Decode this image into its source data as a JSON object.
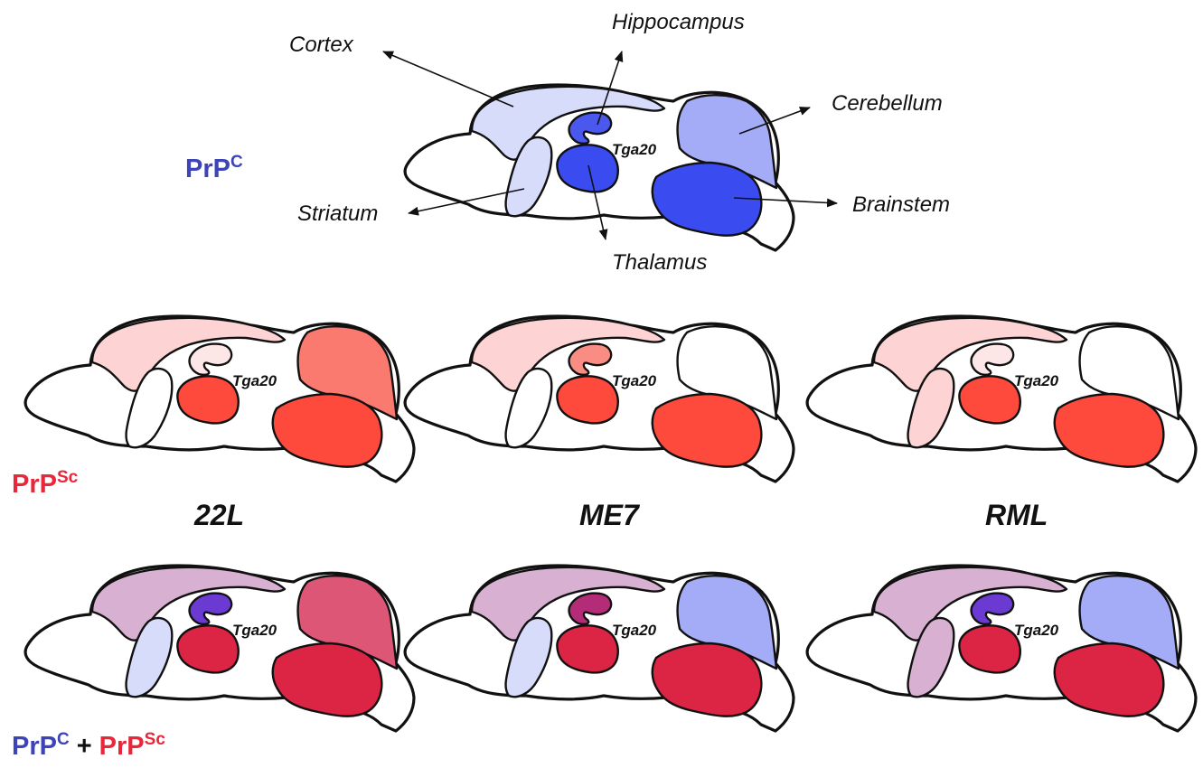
{
  "labels": {
    "cortex": "Cortex",
    "hippocampus": "Hippocampus",
    "cerebellum": "Cerebellum",
    "striatum": "Striatum",
    "thalamus": "Thalamus",
    "brainstem": "Brainstem",
    "tga20": "Tga20"
  },
  "strains": [
    "22L",
    "ME7",
    "RML"
  ],
  "legend": {
    "prpc_base": "PrP",
    "prpc_sup": "C",
    "prpsc_base": "PrP",
    "prpsc_sup": "Sc",
    "plus": "+"
  },
  "colors": {
    "blue_label": "#3d44b8",
    "red_label": "#e8273a",
    "outline": "#111111"
  },
  "panels": [
    {
      "id": "prpc",
      "colors": {
        "cortex": "#d8dcfb",
        "striatum": "#d8dcfb",
        "hippocampus": "#4a58ee",
        "thalamus": "#3a4cf0",
        "cerebellum": "#a5acf7",
        "brainstem": "#3a4cf0"
      }
    },
    {
      "id": "prpsc-22L",
      "colors": {
        "cortex": "#fed3d3",
        "striatum": "#ffffff",
        "hippocampus": "#fde6e6",
        "thalamus": "#fd4a3d",
        "cerebellum": "#fb7a6f",
        "brainstem": "#fd4a3d"
      }
    },
    {
      "id": "prpsc-ME7",
      "colors": {
        "cortex": "#fed3d3",
        "striatum": "#ffffff",
        "hippocampus": "#f98c83",
        "thalamus": "#fd4a3d",
        "cerebellum": "#ffffff",
        "brainstem": "#fd4a3d"
      }
    },
    {
      "id": "prpsc-RML",
      "colors": {
        "cortex": "#fed3d3",
        "striatum": "#fed3d3",
        "hippocampus": "#fde6e6",
        "thalamus": "#fd4a3d",
        "cerebellum": "#ffffff",
        "brainstem": "#fd4a3d"
      }
    },
    {
      "id": "both-22L",
      "colors": {
        "cortex": "#d8b1d2",
        "striatum": "#d8dcfb",
        "hippocampus": "#6a3ad2",
        "thalamus": "#dc2444",
        "cerebellum": "#de5676",
        "brainstem": "#dc2444"
      }
    },
    {
      "id": "both-ME7",
      "colors": {
        "cortex": "#d8b1d2",
        "striatum": "#d8dcfb",
        "hippocampus": "#b42c78",
        "thalamus": "#dc2444",
        "cerebellum": "#a5acf7",
        "brainstem": "#dc2444"
      }
    },
    {
      "id": "both-RML",
      "colors": {
        "cortex": "#d8b1d2",
        "striatum": "#d8b1d2",
        "hippocampus": "#6a3ad2",
        "thalamus": "#dc2444",
        "cerebellum": "#a5acf7",
        "brainstem": "#dc2444"
      }
    }
  ]
}
